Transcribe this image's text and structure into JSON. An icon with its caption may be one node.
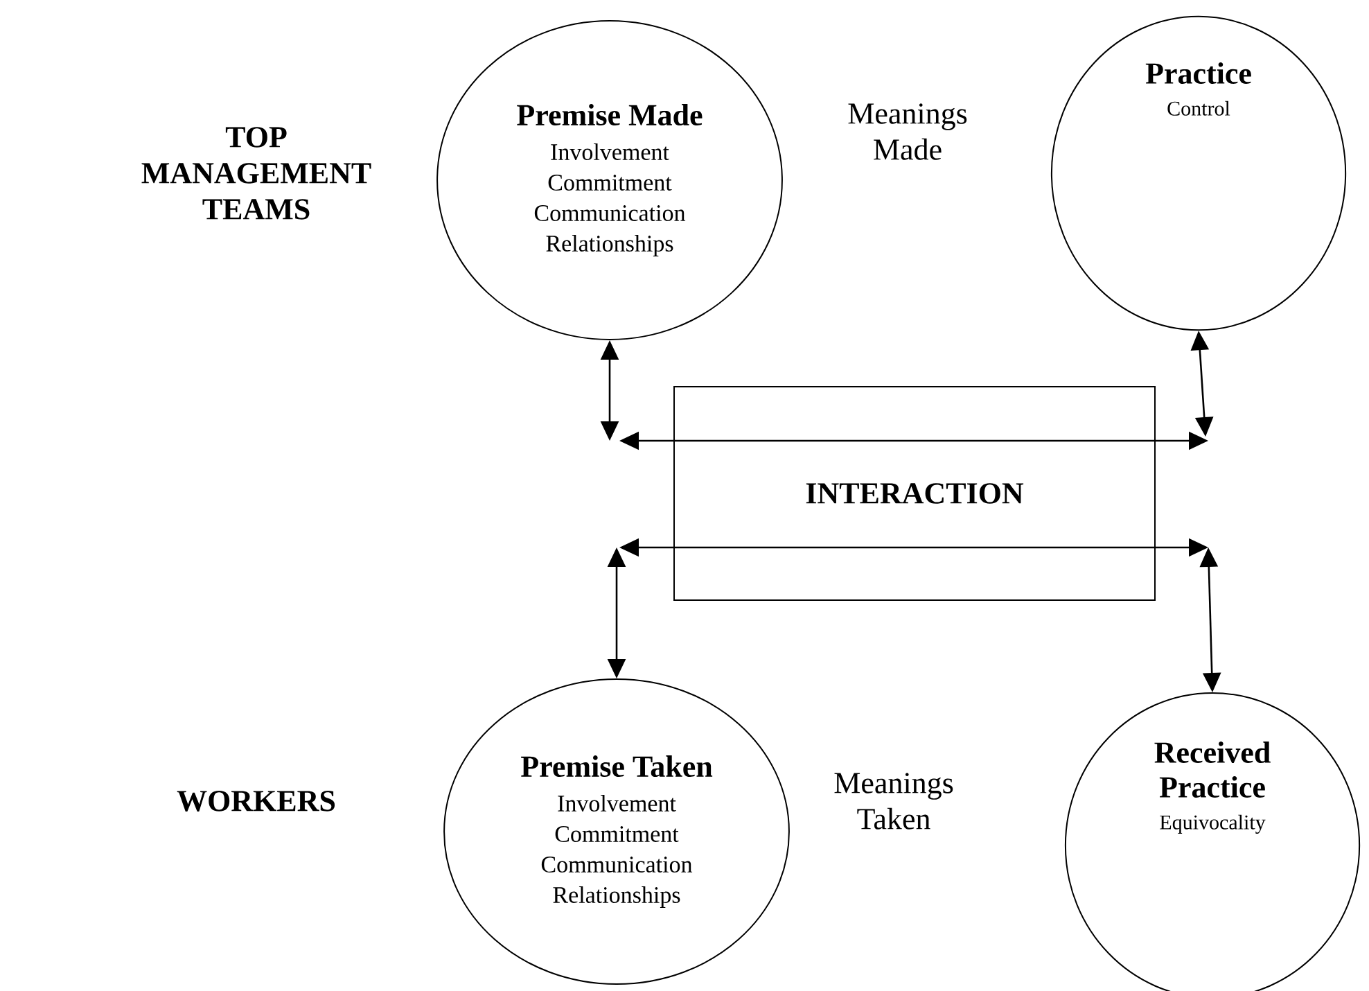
{
  "diagram": {
    "nodes": [
      {
        "text": [
          "Premise Made",
          "Involvement Commitment Communication Relationships"
        ]
      },
      {
        "text": [
          "Practice",
          "Control"
        ]
      },
      {
        "text": [
          "INTERACTION"
        ]
      },
      {
        "text": [
          "Premise Taken",
          "Involvement Commitment Communication Relationships"
        ]
      },
      {
        "text": [
          "Received Practice",
          "Equivocality"
        ]
      }
    ],
    "edges": [
      {
        "from": 0,
        "to": null,
        "arrow": "both"
      },
      {
        "from": 1,
        "to": null,
        "arrow": "both"
      },
      {
        "from": null,
        "to": 3,
        "arrow": "both"
      },
      {
        "from": null,
        "to": 4,
        "arrow": "both"
      }
    ],
    "labels": [
      "TOP MANAGEMENT TEAMS",
      "Meanings Made",
      "WORKERS",
      "Meanings Taken"
    ]
  }
}
